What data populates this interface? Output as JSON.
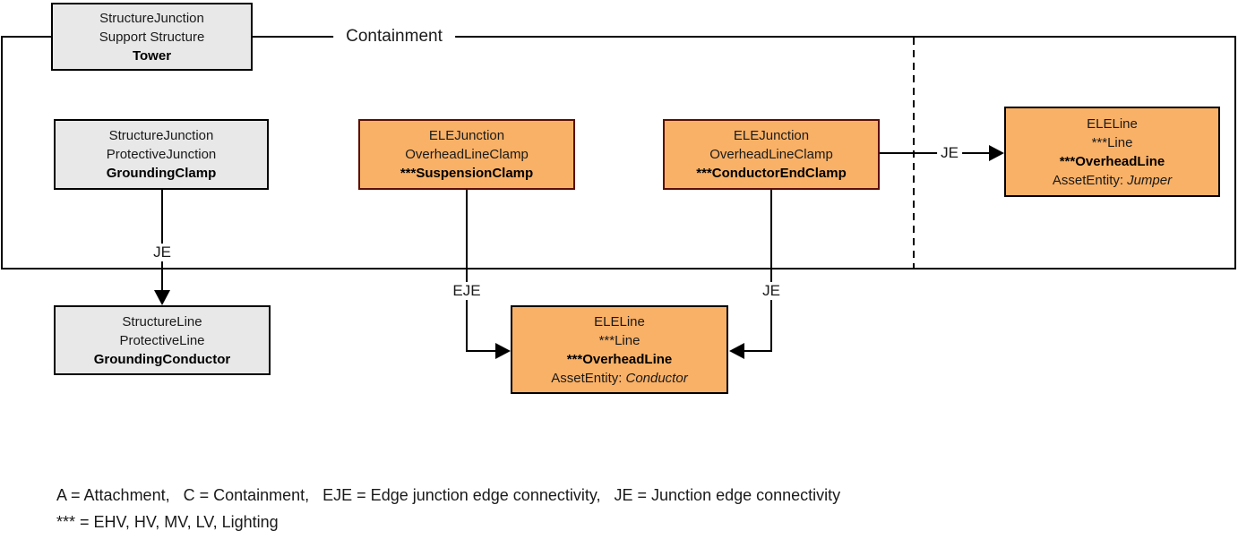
{
  "colors": {
    "gray_fill": "#E8E8E8",
    "orange_fill": "#F9B167",
    "junction_border": "#5B0F00",
    "line_border": "#000000",
    "wire": "#000000"
  },
  "containment_label": "Containment",
  "nodes": {
    "tower": {
      "line1": "StructureJunction",
      "line2": "Support Structure",
      "line3": "Tower"
    },
    "grounding_clamp": {
      "line1": "StructureJunction",
      "line2": "ProtectiveJunction",
      "line3": "GroundingClamp"
    },
    "suspension_clamp": {
      "line1": "ELEJunction",
      "line2": "OverheadLineClamp",
      "line3": "***SuspensionClamp"
    },
    "conductor_end_clamp": {
      "line1": "ELEJunction",
      "line2": "OverheadLineClamp",
      "line3": "***ConductorEndClamp"
    },
    "jumper_line": {
      "line1": "ELELine",
      "line2": "***Line",
      "line3": "***OverheadLine",
      "asset_label": "AssetEntity:",
      "asset_value": "Jumper"
    },
    "grounding_conductor": {
      "line1": "StructureLine",
      "line2": "ProtectiveLine",
      "line3": "GroundingConductor"
    },
    "conductor_line": {
      "line1": "ELELine",
      "line2": "***Line",
      "line3": "***OverheadLine",
      "asset_label": "AssetEntity:",
      "asset_value": "Conductor"
    }
  },
  "edge_labels": {
    "grounding_je": "JE",
    "suspension_eje": "EJE",
    "conductor_je": "JE",
    "jumper_je": "JE"
  },
  "legend": {
    "line1": "A = Attachment,   C = Containment,   EJE = Edge junction edge connectivity,   JE = Junction edge connectivity",
    "line2": "*** = EHV, HV, MV, LV, Lighting"
  }
}
